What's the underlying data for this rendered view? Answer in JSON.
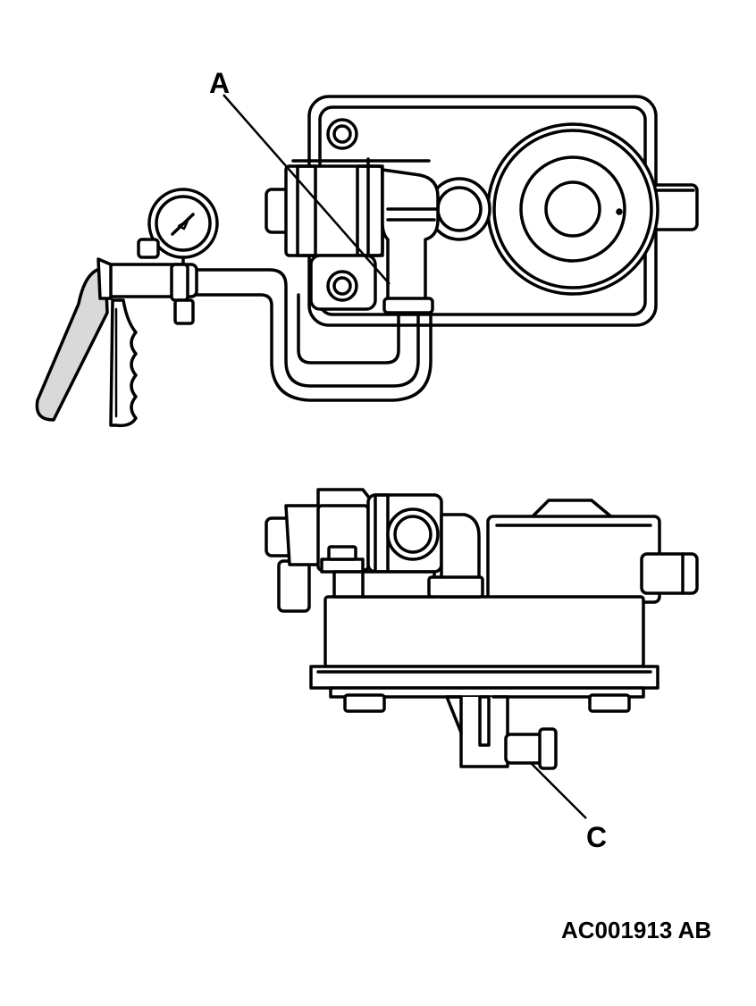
{
  "labels": {
    "callout_a": "A",
    "callout_c": "C",
    "figure_id": "AC001913 AB"
  }
}
